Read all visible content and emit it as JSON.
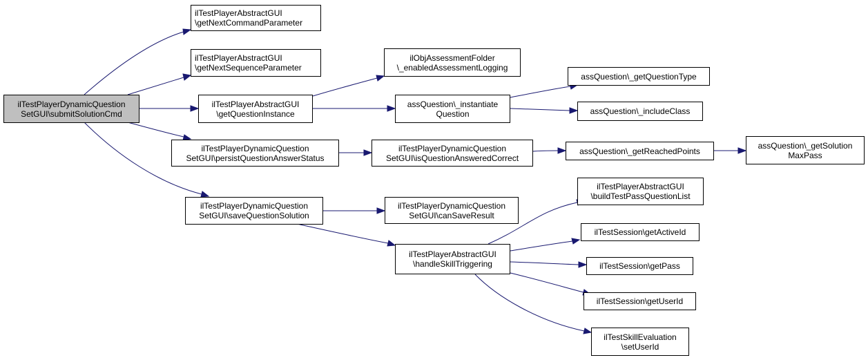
{
  "colors": {
    "edge": "#191970",
    "root_fill": "#bfbfbf",
    "node_fill": "#ffffff",
    "border": "#000000"
  },
  "nodes": {
    "root": {
      "line1": "ilTestPlayerDynamicQuestion",
      "line2": "SetGUI\\submitSolutionCmd"
    },
    "getNextCmd": {
      "line1": "ilTestPlayerAbstractGUI",
      "line2": "\\getNextCommandParameter"
    },
    "getNextSeq": {
      "line1": "ilTestPlayerAbstractGUI",
      "line2": "\\getNextSequenceParameter"
    },
    "getQInst": {
      "line1": "ilTestPlayerAbstractGUI",
      "line2": "\\getQuestionInstance"
    },
    "persist": {
      "line1": "ilTestPlayerDynamicQuestion",
      "line2": "SetGUI\\persistQuestionAnswerStatus"
    },
    "saveSol": {
      "line1": "ilTestPlayerDynamicQuestion",
      "line2": "SetGUI\\saveQuestionSolution"
    },
    "enabledLog": {
      "line1": "ilObjAssessmentFolder",
      "line2": "\\_enabledAssessmentLogging"
    },
    "instantiate": {
      "line1": "assQuestion\\_instantiate",
      "line2": "Question"
    },
    "isAnswered": {
      "line1": "ilTestPlayerDynamicQuestion",
      "line2": "SetGUI\\isQuestionAnsweredCorrect"
    },
    "canSave": {
      "line1": "ilTestPlayerDynamicQuestion",
      "line2": "SetGUI\\canSaveResult"
    },
    "handleSkill": {
      "line1": "ilTestPlayerAbstractGUI",
      "line2": "\\handleSkillTriggering"
    },
    "getQType": {
      "line1": "assQuestion\\_getQuestionType"
    },
    "includeClass": {
      "line1": "assQuestion\\_includeClass"
    },
    "getReached": {
      "line1": "assQuestion\\_getReachedPoints"
    },
    "maxPass": {
      "line1": "assQuestion\\_getSolution",
      "line2": "MaxPass"
    },
    "buildList": {
      "line1": "ilTestPlayerAbstractGUI",
      "line2": "\\buildTestPassQuestionList"
    },
    "getActiveId": {
      "line1": "ilTestSession\\getActiveId"
    },
    "getPass": {
      "line1": "ilTestSession\\getPass"
    },
    "getUserId": {
      "line1": "ilTestSession\\getUserId"
    },
    "setUserId": {
      "line1": "ilTestSkillEvaluation",
      "line2": "\\setUserId"
    }
  }
}
